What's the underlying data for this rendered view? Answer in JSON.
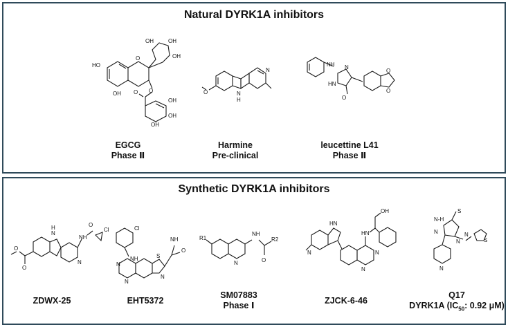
{
  "natural": {
    "title": "Natural DYRK1A inhibitors",
    "compounds": [
      {
        "name": "EGCG",
        "stage": "Phase Ⅱ"
      },
      {
        "name": "Harmine",
        "stage": "Pre-clinical"
      },
      {
        "name": "leucettine L41",
        "stage": "Phase Ⅱ"
      }
    ]
  },
  "synthetic": {
    "title": "Synthetic DYRK1A inhibitors",
    "compounds": [
      {
        "name": "ZDWX-25"
      },
      {
        "name": "EHT5372"
      },
      {
        "name": "SM07883",
        "stage": "Phase Ⅰ"
      },
      {
        "name": "ZJCK-6-46"
      },
      {
        "name": "Q17",
        "activity_prefix": "DYRK1A (IC",
        "activity_sub": "50",
        "activity_suffix": ": 0.92 μM)"
      }
    ]
  },
  "atom_labels": {
    "OH": "OH",
    "HO": "HO",
    "O": "O",
    "N": "N",
    "H": "H",
    "NH": "NH",
    "HN": "HN",
    "Cl": "Cl",
    "S": "S",
    "R1": "R1",
    "R2": "R2",
    "N_H": "N-H"
  }
}
